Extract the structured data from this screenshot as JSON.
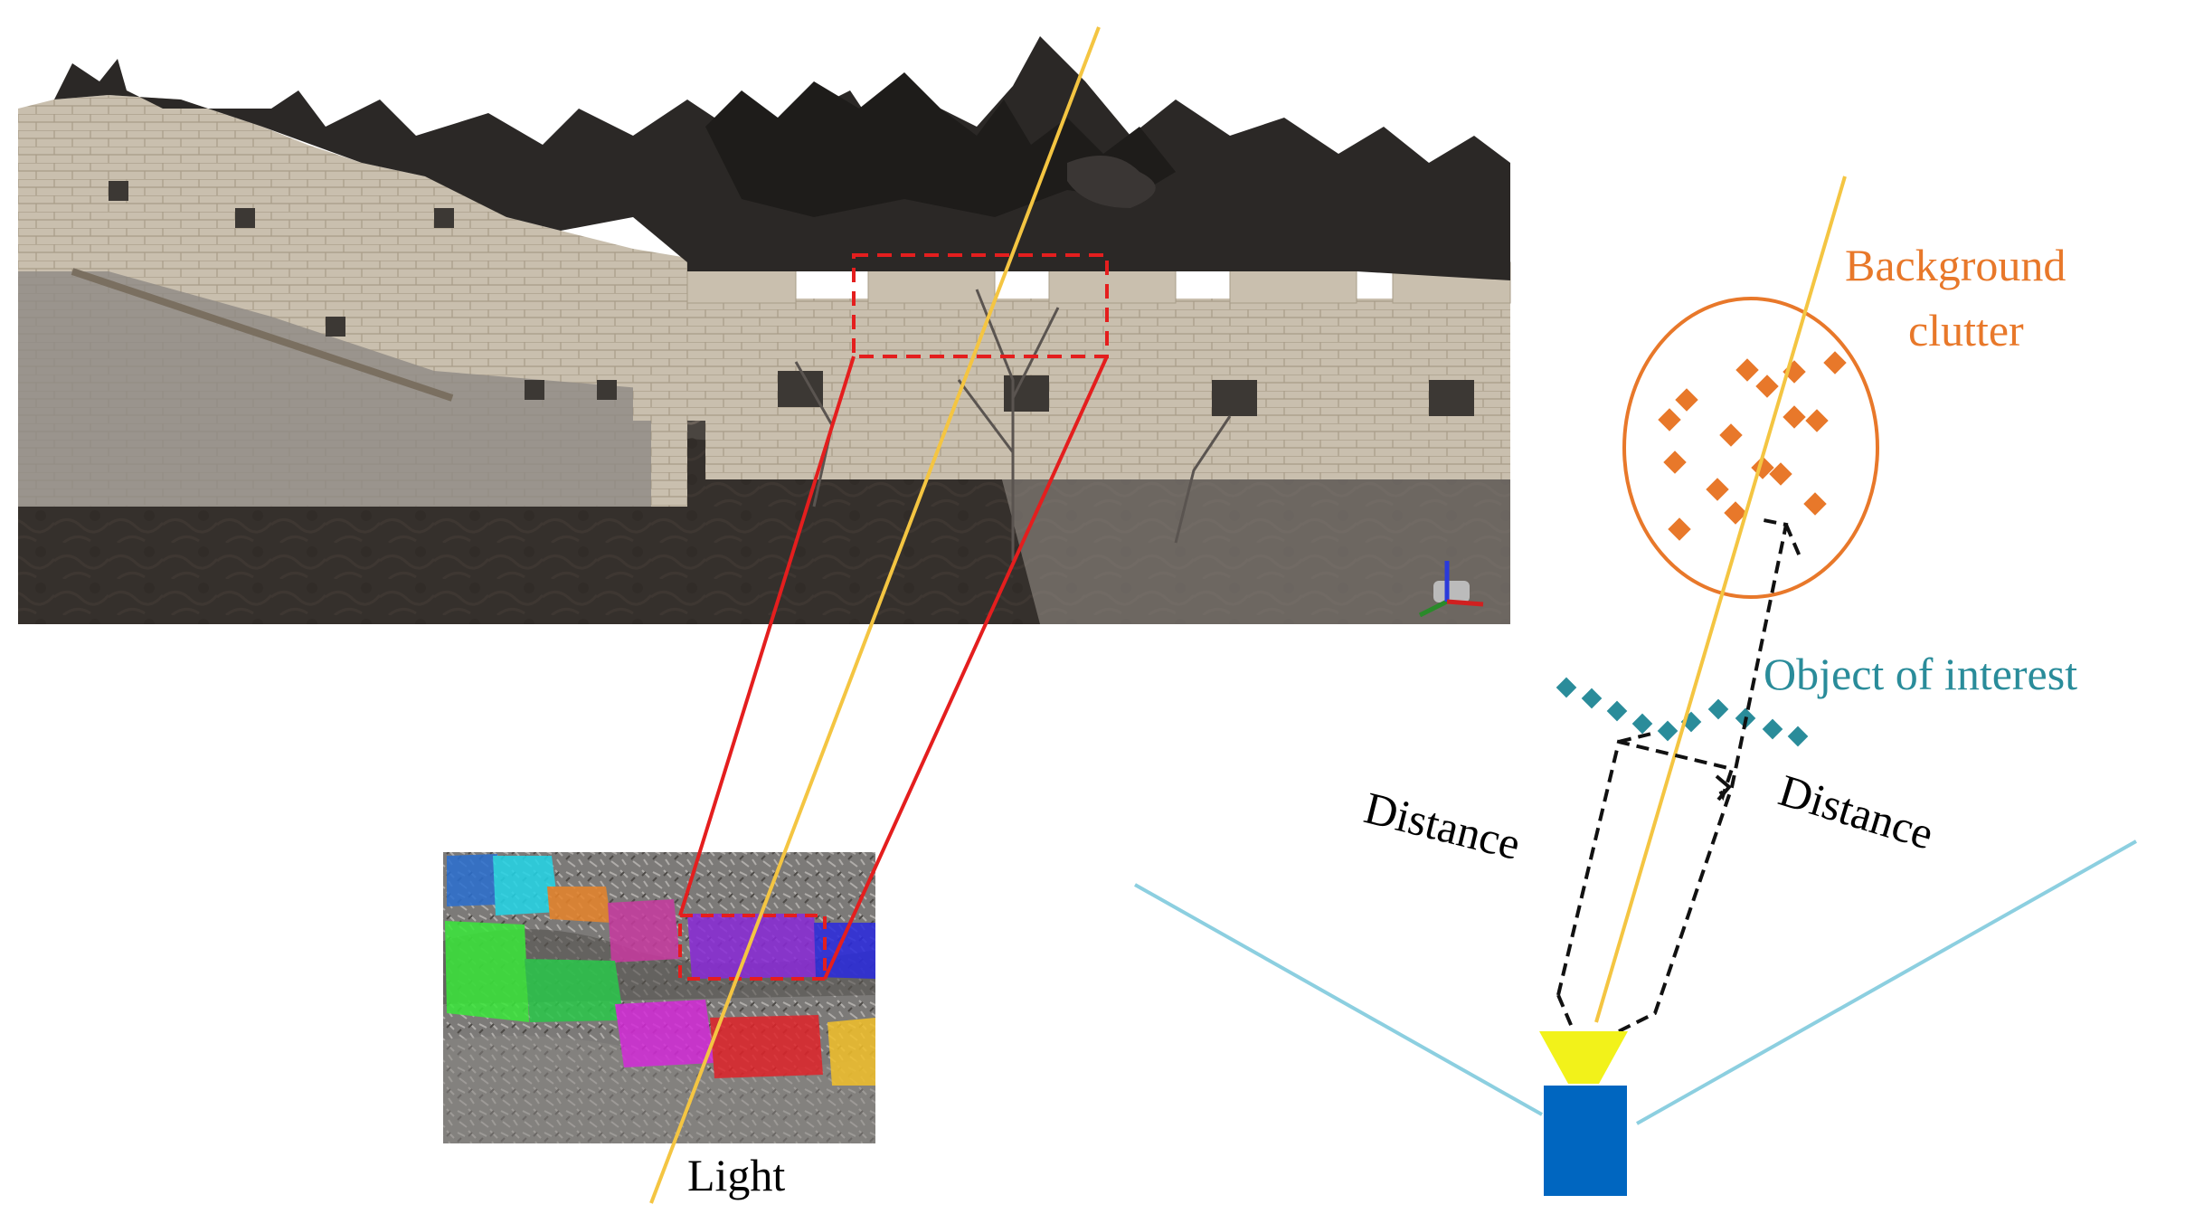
{
  "labels": {
    "light": "Light",
    "background_clutter_line1": "Background",
    "background_clutter_line2": "clutter",
    "object_of_interest": "Object of interest",
    "distance_left": "Distance",
    "distance_right": "Distance"
  },
  "colors": {
    "light_ray": "#f4c542",
    "zoom_lines": "#e41e1e",
    "background_clutter": "#e8782a",
    "object_of_interest": "#2a8c9a",
    "field_of_view": "#8ccfe0",
    "lidar_emitter": "#f2f21a",
    "lidar_body": "#0066c0",
    "distance_bracket": "#111111"
  },
  "icons": {
    "sensor": "lidar-sensor-icon",
    "axis_gizmo": "axis-gizmo-icon"
  }
}
